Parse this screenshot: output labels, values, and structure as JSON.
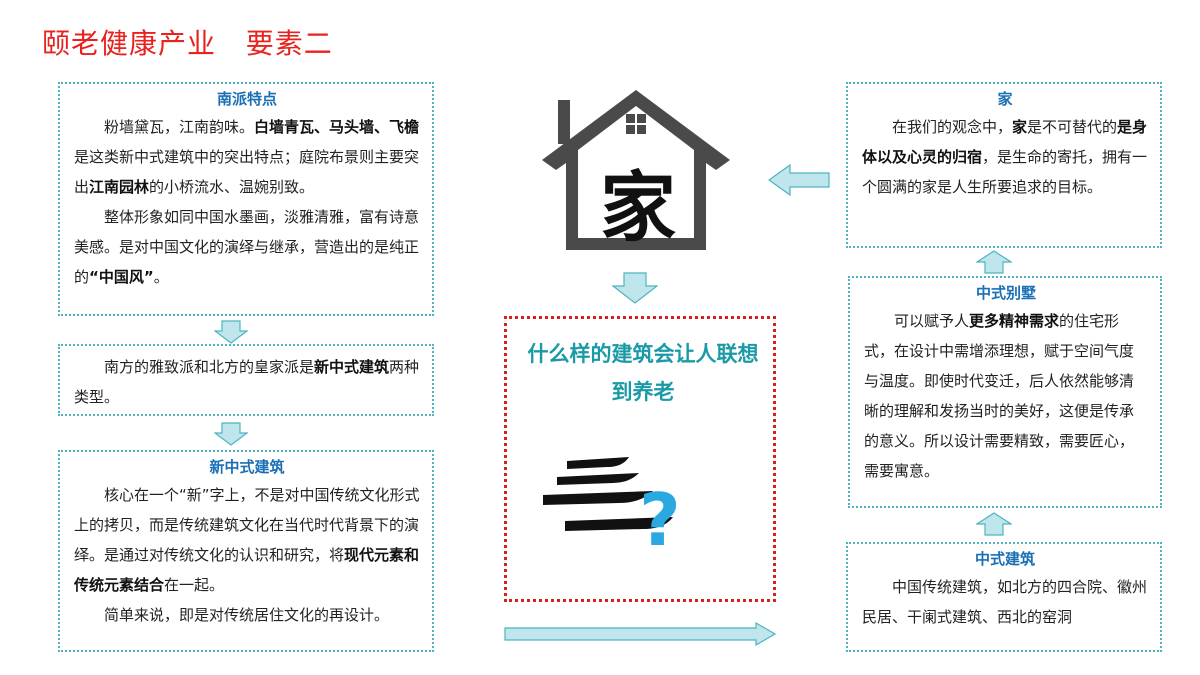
{
  "title": "颐老健康产业   要素二",
  "house_logo": {
    "text": "家"
  },
  "left": {
    "south": {
      "title": "南派特点",
      "p1": [
        "粉墙黛瓦，江南韵味。",
        "白墙青瓦、马头墙、飞檐",
        "是这类新中式建筑中的突出特点；庭院布景则主要突出",
        "江南园林",
        "的小桥流水、温婉别致。"
      ],
      "p2": [
        "整体形象如同中国水墨画，淡雅清雅，富有诗意美感。是对中国文化的演绎与继承，营造出的是纯正的",
        "“中国风”",
        "。"
      ]
    },
    "types": {
      "p1": [
        "南方的雅致派和北方的皇家派是",
        "新中式建筑",
        "两种类型。"
      ]
    },
    "newchinese": {
      "title": "新中式建筑",
      "p1": [
        "核心在一个“新”字上，不是对中国传统文化形式上的拷贝，而是传统建筑文化在当代时代背景下的演绎。是通过对传统文化的认识和研究，将",
        "现代元素和传统元素结合",
        "在一起。"
      ],
      "p2": "简单来说，即是对传统居住文化的再设计。"
    }
  },
  "center": {
    "question": "什么样的建筑会让人联想到养老",
    "qmark": "?"
  },
  "right": {
    "home": {
      "title": "家",
      "p1": [
        "在我们的观念中，",
        "家",
        "是不可替代的",
        "是身体以及心灵的归宿",
        "，是生命的寄托，拥有一个圆满的家是人生所要追求的目标。"
      ]
    },
    "villa": {
      "title": "中式别墅",
      "p1": [
        "可以赋予人",
        "更多精神需求",
        "的住宅形式，在设计中需增添理想，赋于空间气度与温度。即使时代变迁，后人依然能够清晰的理解和发扬当时的美好，这便是传承的意义。所以设计需要精致，需要匠心，需要寓意。"
      ]
    },
    "chinese": {
      "title": "中式建筑",
      "p1": "中国传统建筑，如北方的四合院、徽州民居、干阑式建筑、西北的窑洞"
    }
  },
  "colors": {
    "title": "#e8231f",
    "accent": "#1a9aa6",
    "border": "#4fb3bf",
    "arrow": "#bfe6ec",
    "center_border": "#d9201c",
    "qmark": "#29a9df"
  }
}
